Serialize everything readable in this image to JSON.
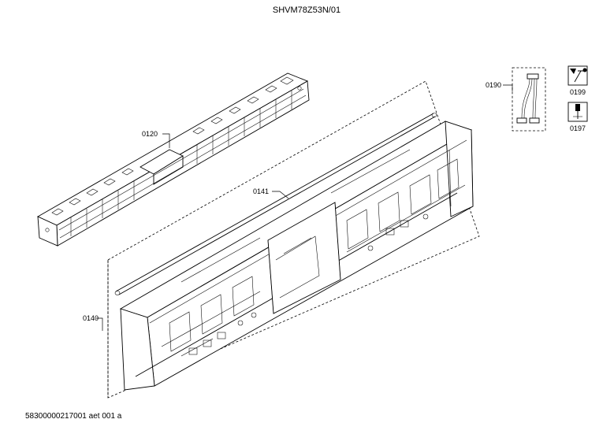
{
  "title": "SHVM78Z53N/01",
  "footer": "58300000217001 aet 001 a",
  "callouts": {
    "c0120": "0120",
    "c0141": "0141",
    "c0140": "0140",
    "c0190": "0190",
    "c0199": "0199",
    "c0197": "0197"
  },
  "icons": {
    "service": "wrench-service-icon",
    "tool": "screwdriver-tool-icon"
  }
}
